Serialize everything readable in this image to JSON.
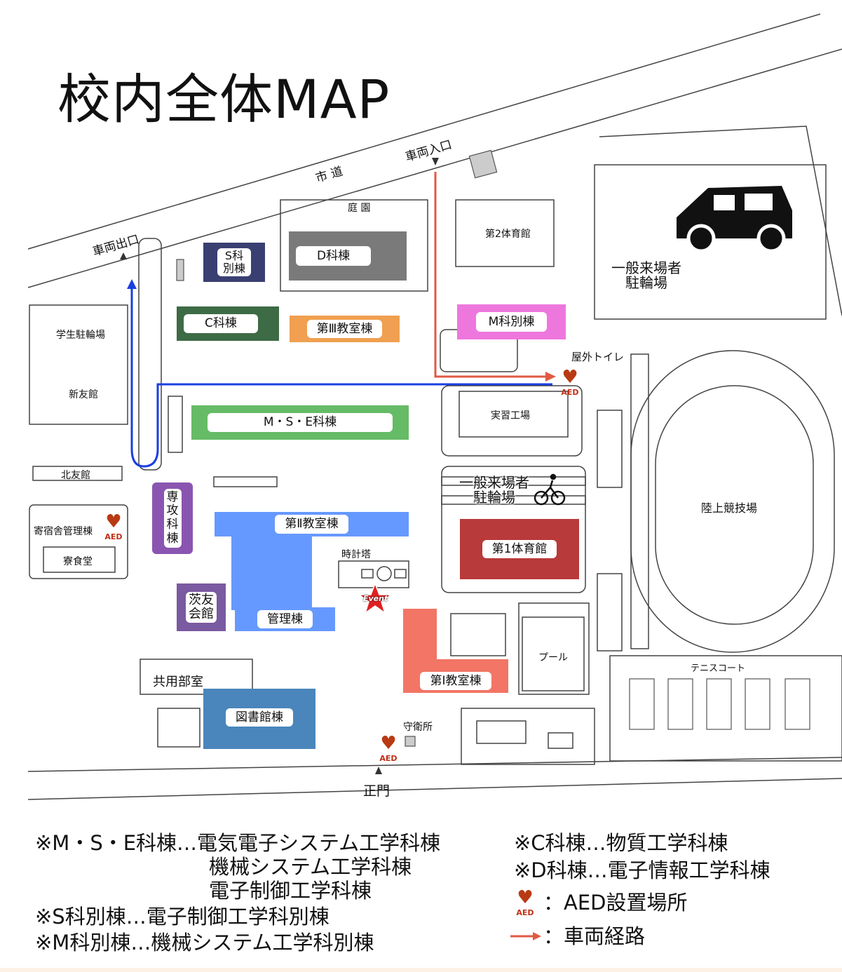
{
  "title": "校内全体MAP",
  "roads": {
    "city_road": "市 道",
    "vehicle_entrance": "車両入口",
    "vehicle_exit": "車両出口",
    "main_gate": "正門"
  },
  "places": {
    "garden": "庭 園",
    "gym2": "第2体育館",
    "s_annex": "S科\n別棟",
    "d_bldg": "D科棟",
    "c_bldg": "C科棟",
    "class3": "第Ⅲ教室棟",
    "m_annex": "M科別棟",
    "visitor_bike1": "一般来場者\n駐輪場",
    "student_bike": "学生駐輪場",
    "shinyukan": "新友館",
    "outdoor_toilet": "屋外トイレ",
    "mse_bldg": "M・S・E科棟",
    "workshop": "実習工場",
    "visitor_bike2": "一般来場者\n駐輪場",
    "hokuyukan": "北友館",
    "dorm_office": "寄宿舎管理棟",
    "dining": "寮食堂",
    "advanced_course": "専\n攻\n科\n棟",
    "class2": "第Ⅱ教室棟",
    "clock_tower": "時計塔",
    "gym1": "第1体育館",
    "track": "陸上競技場",
    "ibarayu": "茨友\n会館",
    "admin": "管理棟",
    "pool": "プール",
    "tennis": "テニスコート",
    "class1": "第Ⅰ教室棟",
    "club_rooms": "共用部室",
    "library": "図書館棟",
    "guard": "守衛所",
    "event": "Event"
  },
  "aed_label": "AED",
  "colors": {
    "route_red": "#e05a44",
    "route_blue": "#1a3fe0",
    "aed": "#b83a12",
    "s_annex": "#3a3f72",
    "d_bldg": "#7a7a7a",
    "c_bldg": "#3d6b45",
    "class3": "#f0a050",
    "m_annex": "#ee77dd",
    "mse": "#66bb66",
    "advanced": "#8a55b0",
    "class2": "#6699ff",
    "gym1": "#b83a3a",
    "ibarayu": "#7a5aa0",
    "class1": "#f27565",
    "library": "#4a86bb"
  },
  "legend": {
    "mse": "※M・S・E科棟…電気電子システム工学科棟",
    "mse2": "機械システム工学科棟",
    "mse3": "電子制御工学科棟",
    "s": "※S科別棟…電子制御工学科別棟",
    "m": "※M科別棟…機械システム工学科別棟",
    "c": "※C科棟…物質工学科棟",
    "d": "※D科棟…電子情報工学科棟",
    "aed": "：AED設置場所",
    "route": "：車両経路"
  }
}
